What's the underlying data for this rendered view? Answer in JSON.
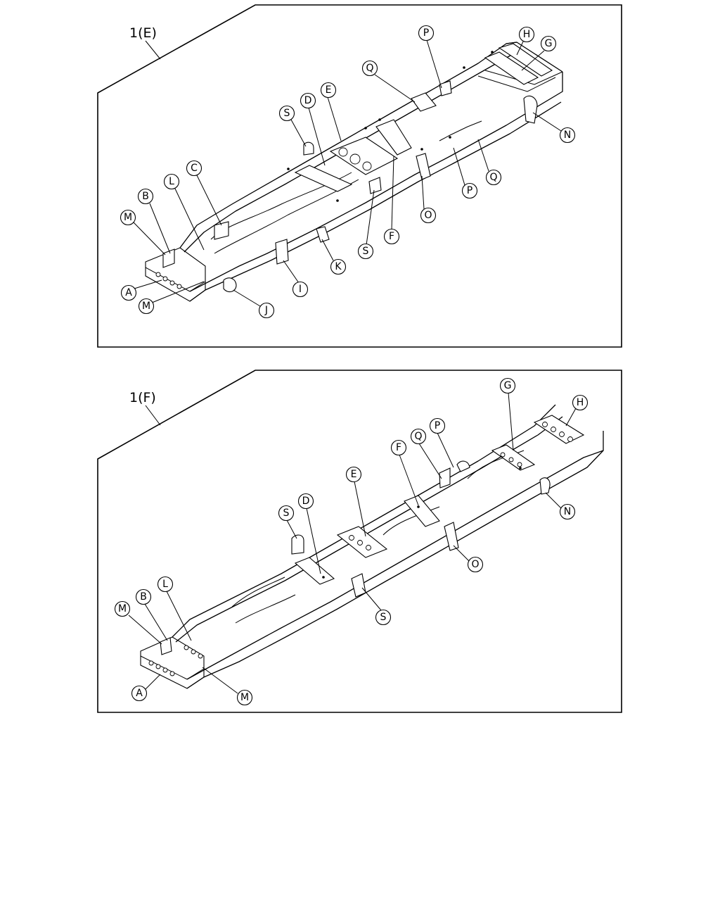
{
  "panels": [
    {
      "title": "1(E)",
      "callouts": [
        "P",
        "H",
        "G",
        "Q",
        "E",
        "D",
        "S",
        "N",
        "C",
        "L",
        "B",
        "M",
        "S",
        "F",
        "P",
        "Q",
        "O",
        "K",
        "I",
        "A",
        "M",
        "J"
      ]
    },
    {
      "title": "1(F)",
      "callouts": [
        "G",
        "H",
        "P",
        "Q",
        "F",
        "E",
        "N",
        "S",
        "D",
        "O",
        "L",
        "B",
        "M",
        "S",
        "A",
        "M"
      ]
    }
  ],
  "colors": {
    "ink": "#000000",
    "paper": "#ffffff"
  }
}
